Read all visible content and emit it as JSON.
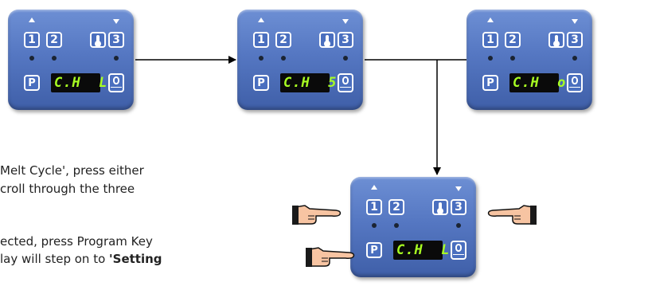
{
  "panels": [
    {
      "display": "C.H  L"
    },
    {
      "display": "C.H  5"
    },
    {
      "display": "C.H  o"
    },
    {
      "display": "C.H  L"
    }
  ],
  "keys": {
    "k1": "1",
    "k2": "2",
    "k3": "3",
    "p": "P"
  },
  "text": {
    "line1": "Melt Cycle', press either",
    "line2": "croll through the three",
    "line3": "ected, press Program Key",
    "line4_plain": "lay will step on to ",
    "line4_bold": "'Setting"
  },
  "colors": {
    "panel": "#5577c2",
    "display_text": "#a8ff22",
    "display_bg": "#0a0a0a"
  }
}
